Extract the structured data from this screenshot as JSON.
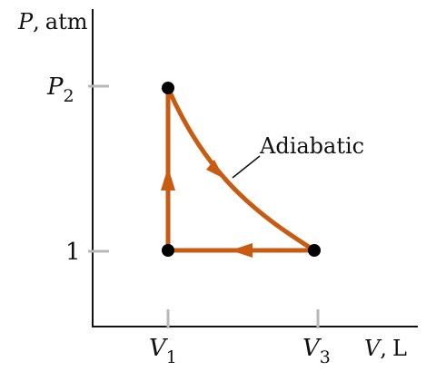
{
  "diagram": {
    "y_axis": {
      "symbol": "P",
      "unit": "atm"
    },
    "x_axis": {
      "symbol": "V",
      "unit": "L"
    },
    "y_ticks": [
      {
        "base": "P",
        "sub": "2"
      },
      {
        "base": "1",
        "sub": ""
      }
    ],
    "x_ticks": [
      {
        "base": "V",
        "sub": "1"
      },
      {
        "base": "V",
        "sub": "3"
      }
    ],
    "process_label": "Adiabatic",
    "colors": {
      "path": "#c85a12",
      "axis": "#111111",
      "tick": "#b8b8b8",
      "point": "#000000"
    }
  }
}
